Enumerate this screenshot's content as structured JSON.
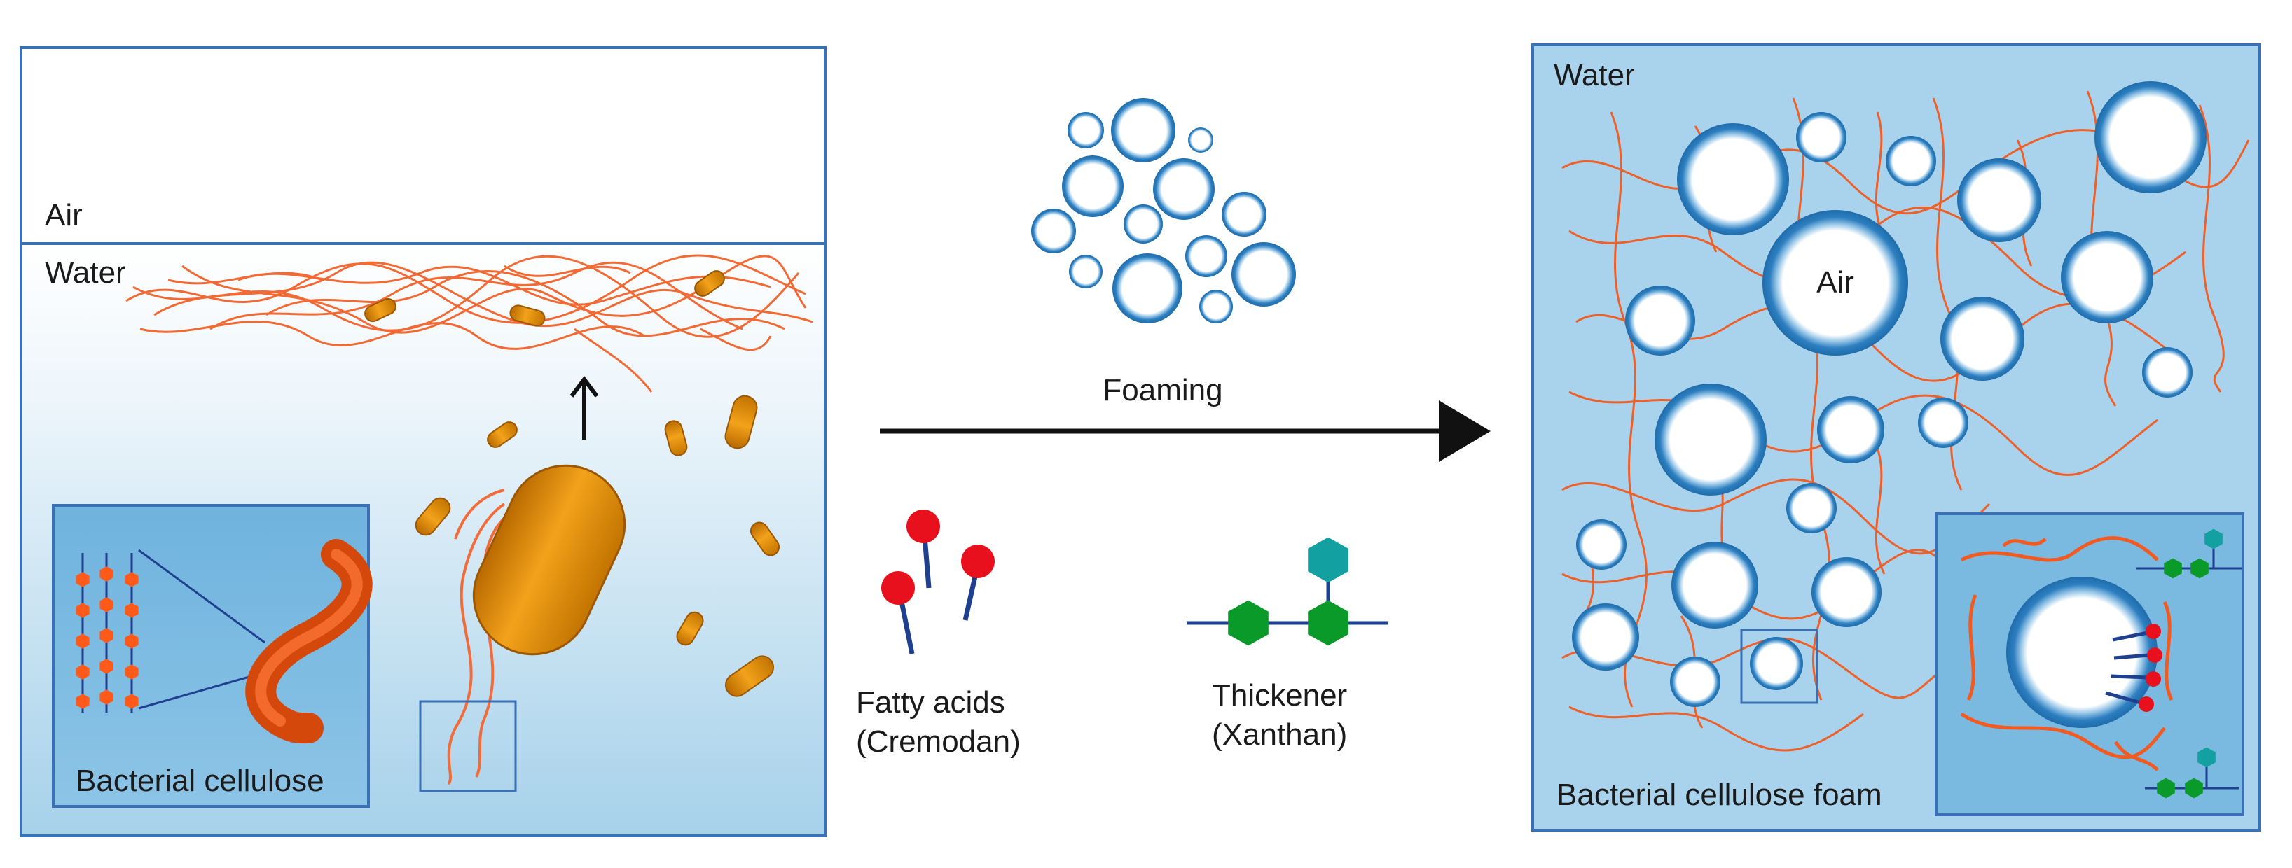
{
  "left_panel": {
    "air_label": "Air",
    "water_label": "Water",
    "inset_label": "Bacterial cellulose"
  },
  "middle": {
    "arrow_label": "Foaming",
    "fatty_acids_label": "Fatty acids",
    "fatty_acids_sub": "(Cremodan)",
    "thickener_label": "Thickener",
    "thickener_sub": "(Xanthan)"
  },
  "right_panel": {
    "water_label": "Water",
    "air_label": "Air",
    "foam_label": "Bacterial cellulose foam"
  },
  "colors": {
    "panel_border": "#3a70b5",
    "water_blue": "#a9d3ec",
    "bubble_blue": "#2d7fc0",
    "fiber_orange": "#f25a1f",
    "bacteria_orange": "#e08a00",
    "fatty_acid_head": "#e8101c",
    "fatty_acid_tail": "#1f3f8f",
    "xanthan_green": "#0a9a2a",
    "xanthan_teal": "#12a0a0"
  }
}
